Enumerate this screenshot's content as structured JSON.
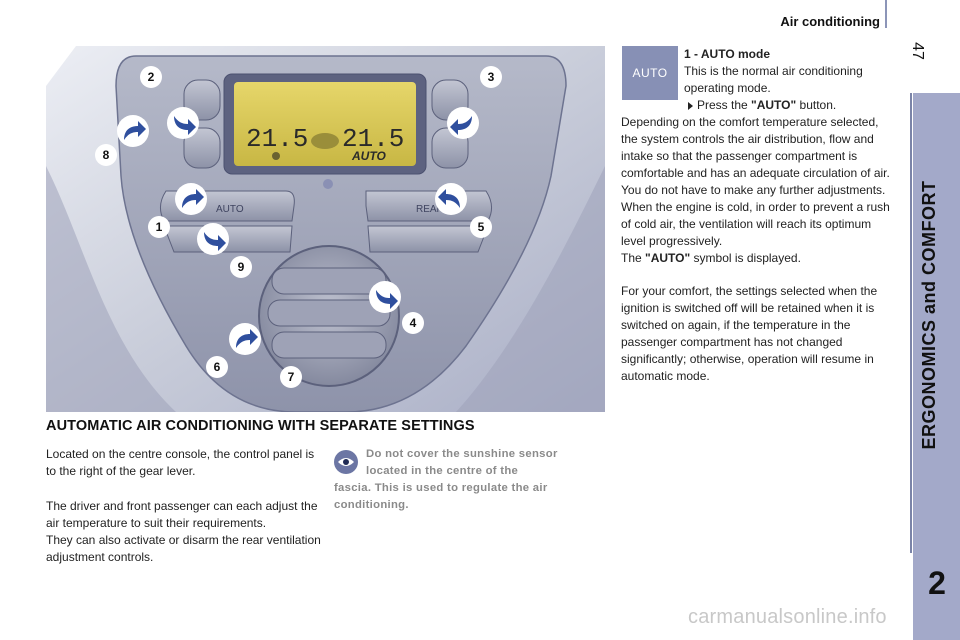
{
  "header": {
    "section_title": "Air conditioning",
    "page_number": "47"
  },
  "side_tab": {
    "chapter_title": "ERGONOMICS and COMFORT",
    "chapter_number": "2",
    "color": "#a3a9c9"
  },
  "figure": {
    "display": {
      "left_temp": "21.5",
      "right_temp": "21.5",
      "mode": "AUTO"
    },
    "buttons": {
      "auto": "AUTO",
      "rear": "REAR"
    },
    "callouts": [
      "2",
      "3",
      "8",
      "1",
      "5",
      "9",
      "4",
      "6",
      "7"
    ]
  },
  "auto_section": {
    "badge": "AUTO",
    "heading": "1 - AUTO mode",
    "lead": "This is the normal air conditioning operating mode.",
    "bullet_prefix": "Press the ",
    "bullet_bold": "\"AUTO\"",
    "bullet_suffix": " button.",
    "body": "Depending on the comfort temperature selected, the system controls the air distribution, flow and intake so that the passenger compartment is comfortable and has an adequate circulation of air. You do not have to make any further adjustments. When the engine is cold, in order to prevent a rush of cold air, the ventilation will reach its optimum level progressively.",
    "symbol_prefix": "The ",
    "symbol_bold": "\"AUTO\"",
    "symbol_suffix": " symbol is displayed.",
    "comfort_note": "For your comfort, the settings selected when the ignition is switched off will be retained when it is switched on again, if the temperature in the passenger compartment has not changed significantly; otherwise, operation will resume in automatic mode."
  },
  "main_section": {
    "title": "AUTOMATIC AIR CONDITIONING WITH SEPARATE SETTINGS",
    "para1": "Located on the centre console, the control panel is to the right of the gear lever.",
    "para2": "The driver and front passenger can each adjust the air temperature to suit their requirements.",
    "para3": "They can also activate or disarm the rear ventilation adjustment controls.",
    "warning_line1": "Do not cover the sunshine sensor",
    "warning_line2": "located in the centre of the",
    "warning_rest": "fascia. This is used to regulate the air conditioning."
  },
  "watermark": "carmanualsonline.info",
  "colors": {
    "accent": "#8790b5",
    "arrow_blue": "#2f4f9e",
    "note_text": "#8a8a8a"
  }
}
